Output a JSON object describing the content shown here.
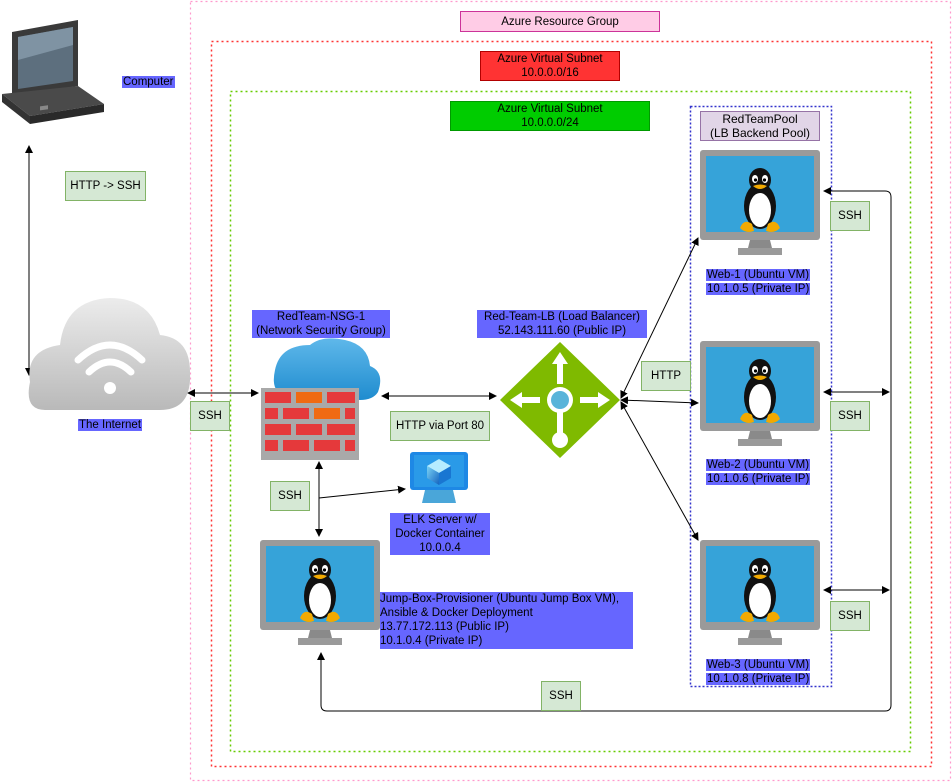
{
  "containers": {
    "resource_group": "Azure Resource Group",
    "subnet_outer": {
      "line1": "Azure Virtual Subnet",
      "line2": "10.0.0.0/16"
    },
    "subnet_inner": {
      "line1": "Azure Virtual Subnet",
      "line2": "10.0.0.0/24"
    },
    "pool": {
      "line1": "RedTeamPool",
      "line2": "(LB Backend Pool)"
    }
  },
  "nodes": {
    "computer": "Computer",
    "internet": "The Internet",
    "nsg": {
      "line1": "RedTeam-NSG-1",
      "line2": "(Network Security Group)"
    },
    "lb": {
      "line1": "Red-Team-LB (Load Balancer)",
      "line2": "52.143.111.60 (Public IP)"
    },
    "elk": {
      "line1": "ELK Server w/",
      "line2": "Docker Container",
      "line3": "10.0.0.4"
    },
    "jumpbox": {
      "line1": "Jump-Box-Provisioner (Ubuntu Jump Box VM),",
      "line2": "Ansible & Docker Deployment",
      "line3": "13.77.172.113 (Public IP)",
      "line4": "10.1.0.4 (Private IP)"
    },
    "web1": {
      "line1": "Web-1 (Ubuntu VM)",
      "line2": "10.1.0.5 (Private IP)"
    },
    "web2": {
      "line1": "Web-2 (Ubuntu VM)",
      "line2": "10.1.0.6 (Private IP)"
    },
    "web3": {
      "line1": "Web-3 (Ubuntu VM)",
      "line2": "10.1.0.8 (Private IP)"
    }
  },
  "edge_labels": {
    "http_ssh": "HTTP -> SSH",
    "ssh_internet": "SSH",
    "http_port80": "HTTP via Port 80",
    "ssh_nsg_jump": "SSH",
    "http_lb": "HTTP",
    "ssh_web1": "SSH",
    "ssh_web2": "SSH",
    "ssh_web3": "SSH",
    "ssh_bottom": "SSH"
  },
  "colors": {
    "resource_group_border": "#ff99cc",
    "subnet_outer_border": "#ff3333",
    "subnet_inner_border": "#66cc00",
    "pool_border": "#3333cc",
    "label_purple": "#6666ff",
    "green_label": "#d5e8d4",
    "lb_green": "#7fba00",
    "firewall_red": "#e5393b"
  }
}
